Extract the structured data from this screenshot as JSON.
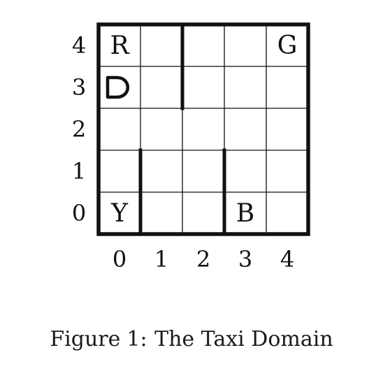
{
  "diagram": {
    "grid": {
      "rows": 5,
      "cols": 5
    },
    "row_labels": [
      "4",
      "3",
      "2",
      "1",
      "0"
    ],
    "col_labels": [
      "0",
      "1",
      "2",
      "3",
      "4"
    ],
    "locations": [
      {
        "label": "R",
        "col": 0,
        "row": 4
      },
      {
        "label": "G",
        "col": 4,
        "row": 4
      },
      {
        "label": "Y",
        "col": 0,
        "row": 0
      },
      {
        "label": "B",
        "col": 3,
        "row": 0
      }
    ],
    "taxi": {
      "col": 0,
      "row": 3,
      "icon": "taxi-icon"
    },
    "walls": [
      {
        "between_cols": [
          1,
          2
        ],
        "rows": [
          3,
          4
        ]
      },
      {
        "between_cols": [
          0,
          1
        ],
        "rows": [
          0,
          1
        ]
      },
      {
        "between_cols": [
          2,
          3
        ],
        "rows": [
          0,
          1
        ]
      }
    ],
    "colors": {
      "line": "#111111",
      "background": "#ffffff"
    }
  },
  "caption": {
    "prefix": "Figure",
    "number": "1:",
    "title": "The Taxi Domain"
  }
}
